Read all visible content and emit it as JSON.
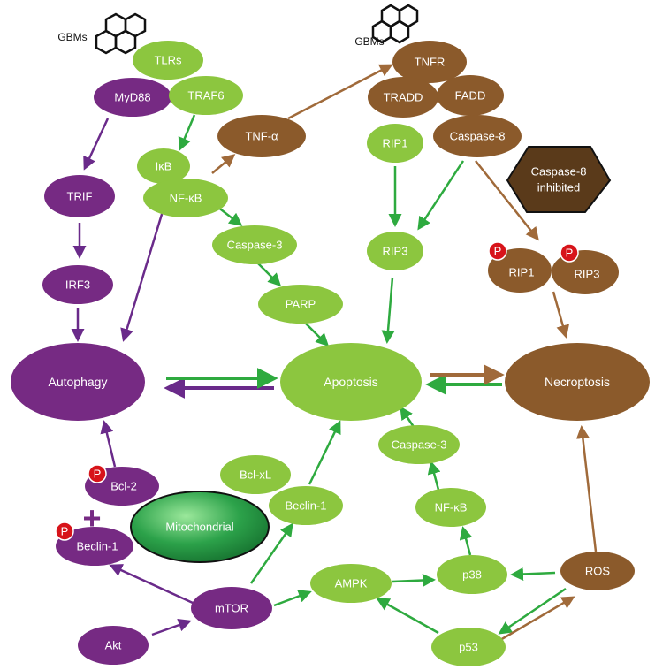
{
  "colors": {
    "green": "#8cc63f",
    "purple": "#762a83",
    "brown": "#8b5a2b",
    "dark_brown": "#5a3a1a",
    "arrow_green": "#2eaa3f",
    "arrow_purple": "#6a2a8a",
    "arrow_brown": "#a06a3a",
    "phospho": "#d7141a"
  },
  "gbm_label_left": "GBMs",
  "gbm_label_right": "GBMs",
  "nodes": {
    "tlrs": "TLRs",
    "myd88": "MyD88",
    "traf6": "TRAF6",
    "ikb": "IκB",
    "nfkb_top": "NF-κB",
    "tnf_alpha": "TNF-α",
    "tnfr": "TNFR",
    "tradd": "TRADD",
    "fadd": "FADD",
    "rip1": "RIP1",
    "caspase8": "Caspase-8",
    "caspase8_inhibited_line1": "Caspase-8",
    "caspase8_inhibited_line2": "inhibited",
    "rip3": "RIP3",
    "p_rip1": "RIP1",
    "p_rip3": "RIP3",
    "trif": "TRIF",
    "irf3": "IRF3",
    "caspase3_top": "Caspase-3",
    "parp": "PARP",
    "autophagy": "Autophagy",
    "apoptosis": "Apoptosis",
    "necroptosis": "Necroptosis",
    "caspase3_bottom": "Caspase-3",
    "nfkb_bottom": "NF-κB",
    "bcl2": "Bcl-2",
    "bclxl": "Bcl-xL",
    "beclin1_right": "Beclin-1",
    "mitochondrial": "Mitochondrial",
    "beclin1_left": "Beclin-1",
    "ampk": "AMPK",
    "p38": "p38",
    "ros": "ROS",
    "mtor": "mTOR",
    "akt": "Akt",
    "p53": "p53"
  },
  "phospho_mark": "P",
  "complex_mark": "+"
}
